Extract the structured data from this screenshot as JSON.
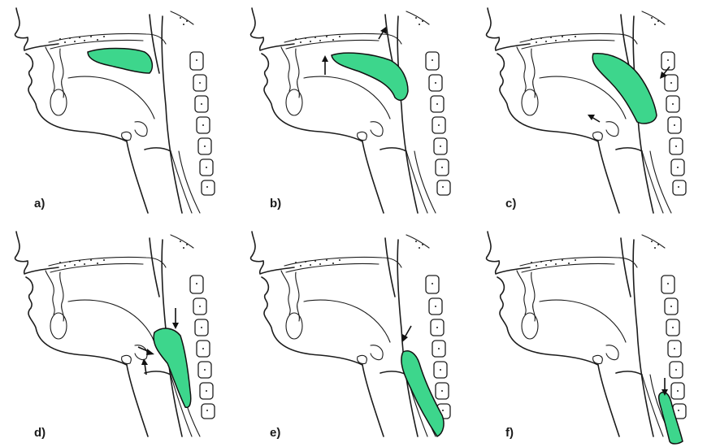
{
  "figure": {
    "bolus_color": "#3dd68c",
    "line_color": "#1c1c1c",
    "panels": [
      {
        "label": "a)"
      },
      {
        "label": "b)"
      },
      {
        "label": "c)"
      },
      {
        "label": "d)"
      },
      {
        "label": "e)"
      },
      {
        "label": "f)"
      }
    ]
  }
}
